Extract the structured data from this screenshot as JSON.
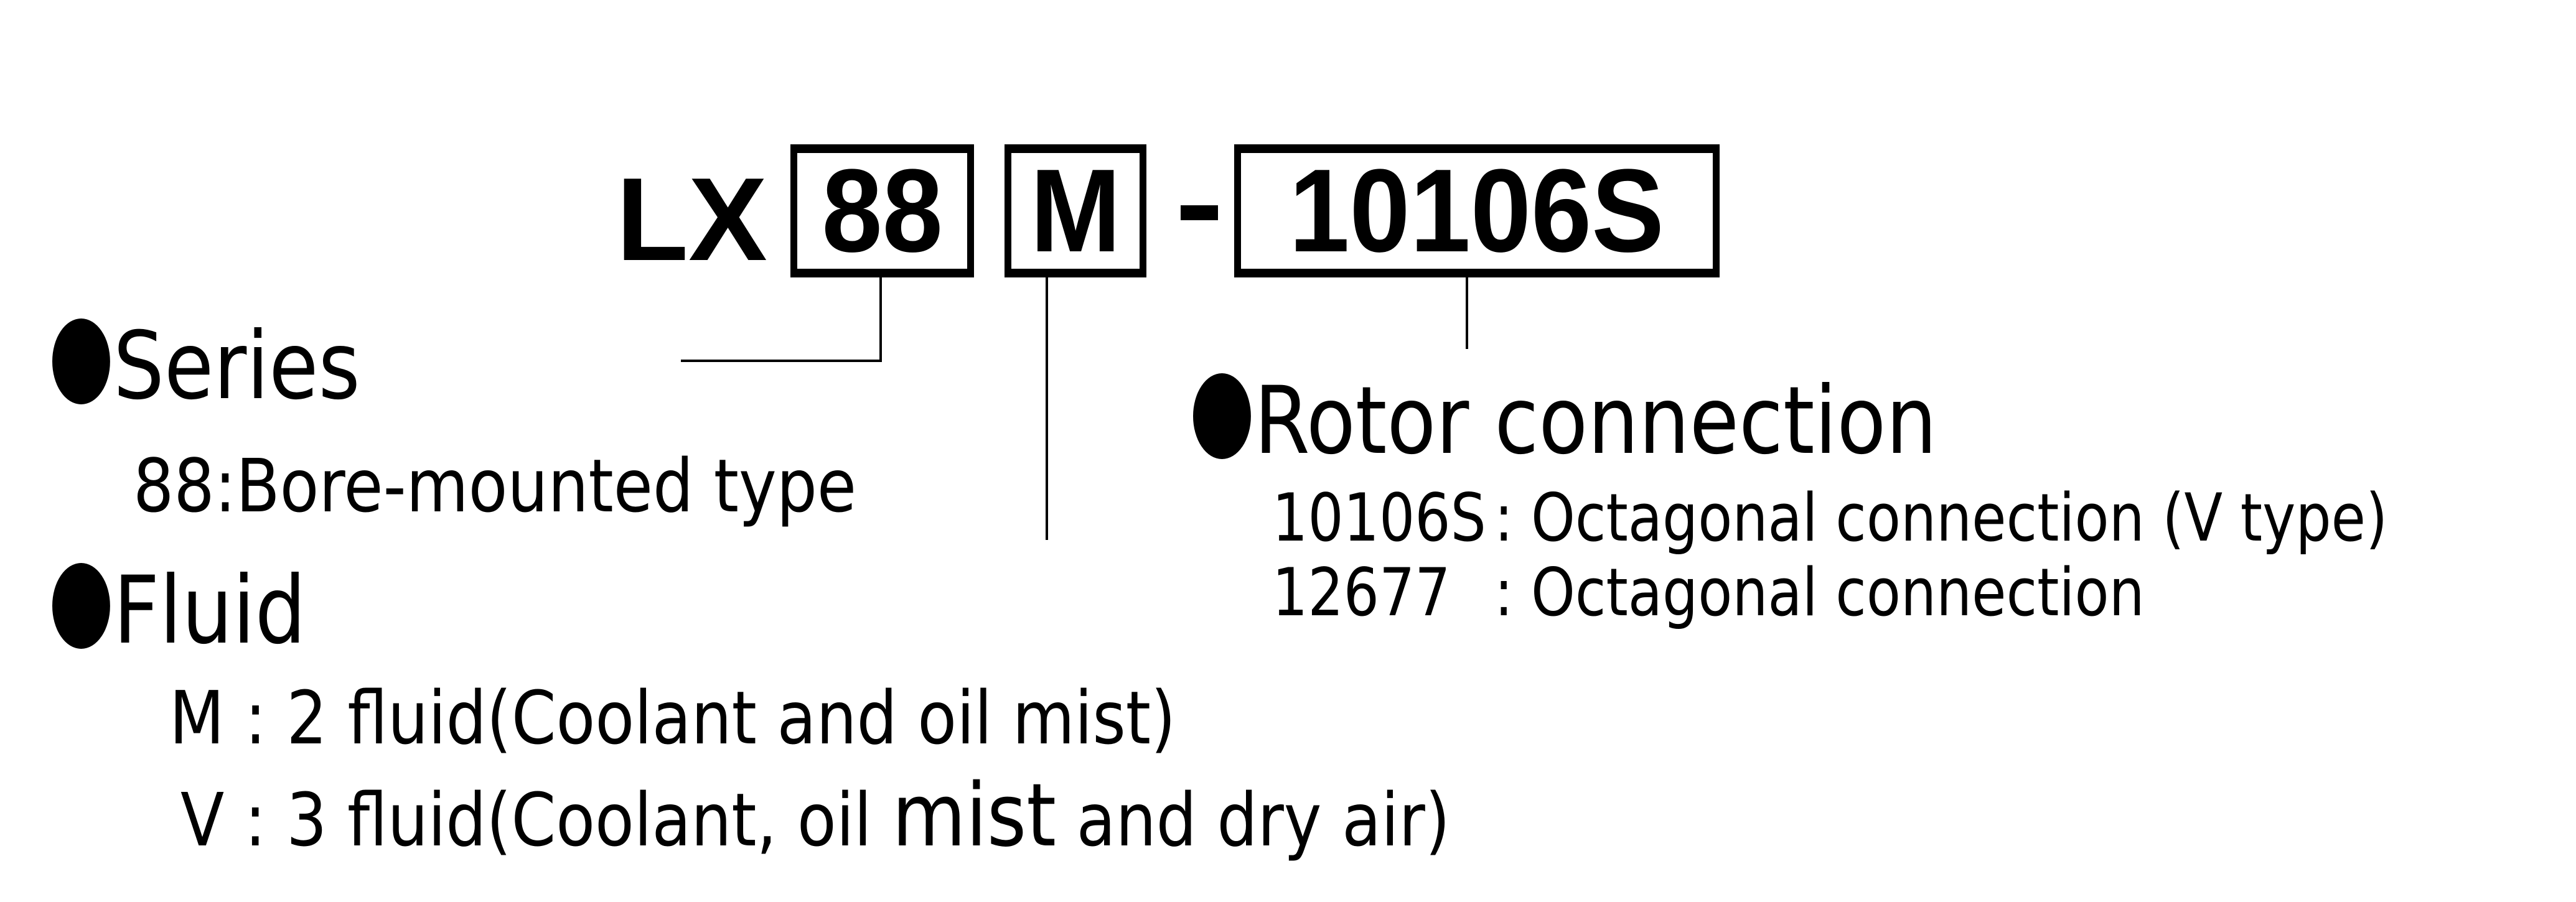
{
  "model_code": {
    "prefix": "LX",
    "series_code": "88",
    "fluid_code": "M",
    "separator": "-",
    "rotor_code": "10106S"
  },
  "sections": {
    "series": {
      "bullet": "●",
      "title": "Series",
      "items": [
        {
          "text": "88:Bore-mounted type"
        }
      ]
    },
    "fluid": {
      "bullet": "●",
      "title": "Fluid",
      "items": [
        {
          "code": "M",
          "sep": " : ",
          "text_a": "2 fluid(Coolant and oil mist)",
          "text_b": ""
        },
        {
          "code": "V",
          "sep": " : ",
          "text_a": "3 fluid(Coolant, oil ",
          "text_big": "mist",
          "text_b": " and dry air)"
        }
      ]
    },
    "rotor_connection": {
      "bullet": "●",
      "title": "Rotor connection",
      "items": [
        {
          "code": "10106S",
          "sep": ": ",
          "text": "Octagonal connection (V type)"
        },
        {
          "code": "12677",
          "sep": ": ",
          "text": "Octagonal connection"
        }
      ]
    }
  },
  "colors": {
    "foreground": "#000000",
    "background": "#ffffff"
  }
}
